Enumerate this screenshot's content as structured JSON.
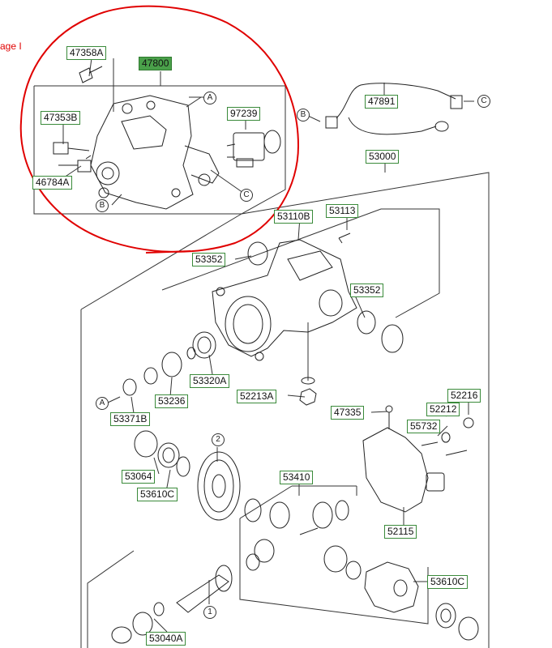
{
  "annotation": {
    "partial_text": "age I",
    "color": "#e00000"
  },
  "colors": {
    "label_border": "#3a8a3a",
    "main_label_fill": "#4aa04a",
    "line": "#333333",
    "annotation": "#e00000"
  },
  "part_numbers": {
    "p47358A": "47358A",
    "p47800": "47800",
    "p47353B": "47353B",
    "p97239": "97239",
    "p46784A": "46784A",
    "p47891": "47891",
    "p53000": "53000",
    "p53110B": "53110B",
    "p53113": "53113",
    "p53352_left": "53352",
    "p53352_right": "53352",
    "p53320A": "53320A",
    "p52213A": "52213A",
    "p53236": "53236",
    "p53371B": "53371B",
    "p47335": "47335",
    "p52216": "52216",
    "p52212": "52212",
    "p55732": "55732",
    "p53064": "53064",
    "p53610C_left": "53610C",
    "p53410": "53410",
    "p52115": "52115",
    "p53610C_right": "53610C",
    "p53040A": "53040A"
  },
  "callouts": {
    "a_top": "A",
    "b_top": "B",
    "c_top": "C",
    "b_harness": "B",
    "c_harness": "C",
    "a_left": "A",
    "n2": "2",
    "n1": "1"
  }
}
